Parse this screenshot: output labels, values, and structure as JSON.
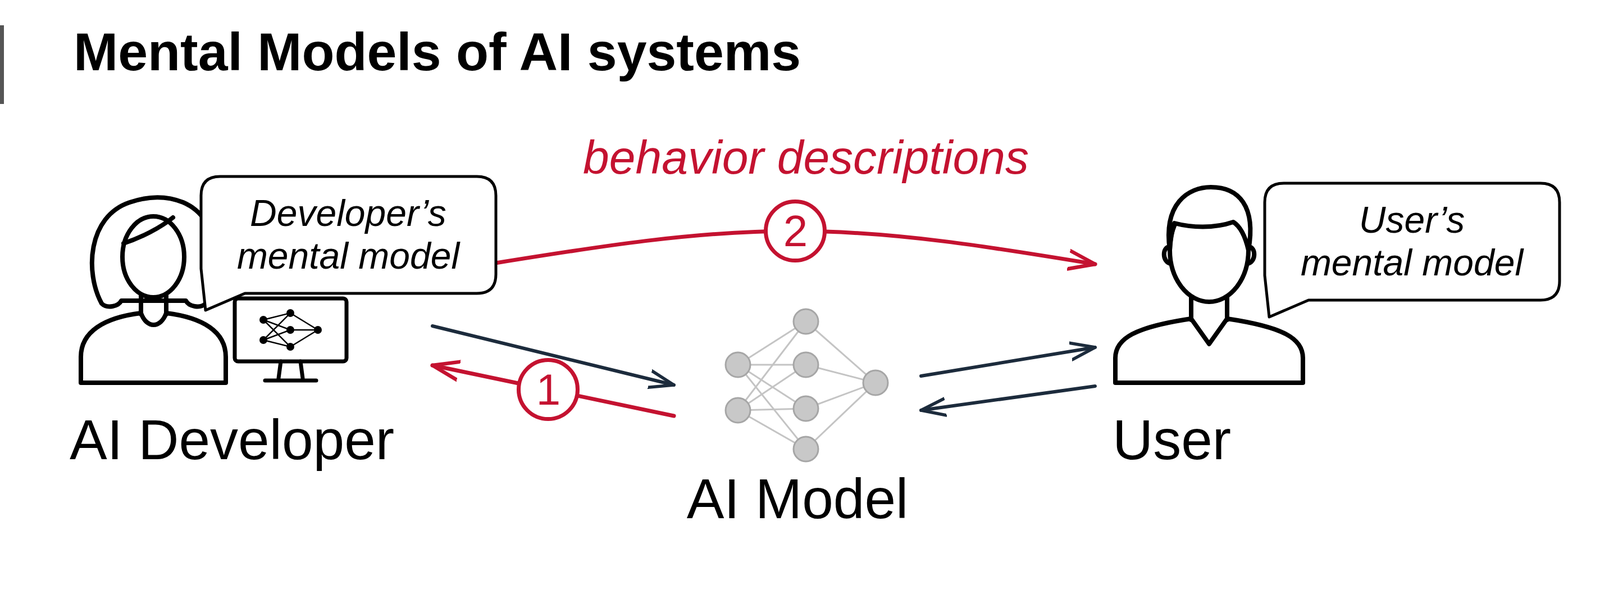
{
  "diagram": {
    "title": "Mental Models of AI systems",
    "nodes": [
      {
        "text": [
          "AI Developer"
        ]
      },
      {
        "text": [
          "Developer’s mental model"
        ]
      },
      {
        "text": [
          "AI Model"
        ]
      },
      {
        "text": [
          "User"
        ]
      },
      {
        "text": [
          "User’s mental model"
        ]
      }
    ],
    "edges": [
      {
        "from": 0,
        "to": 2,
        "arrow": "to"
      },
      {
        "from": 2,
        "to": 0,
        "arrow": "to"
      },
      {
        "from": 1,
        "to": 3,
        "arrow": "to"
      },
      {
        "from": 2,
        "to": 3,
        "arrow": "to"
      },
      {
        "from": 3,
        "to": 2,
        "arrow": "to"
      }
    ],
    "labels": [
      "behavior descriptions",
      "2",
      "1"
    ]
  }
}
